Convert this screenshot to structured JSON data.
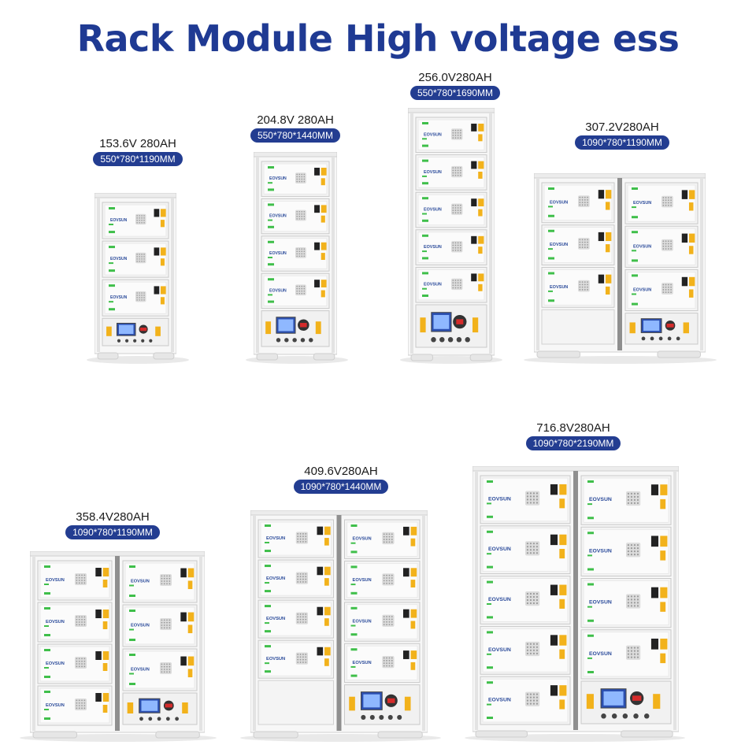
{
  "title": "Rack Module High voltage ess",
  "brand": "EOVSUN",
  "colors": {
    "title": "#1f3a93",
    "badge": "#233d91",
    "green": "#3fbf4a",
    "yellow": "#f2b21b",
    "red": "#d62b2b"
  },
  "racks": [
    {
      "voltage": "153.6V 280AH",
      "size": "550*780*1190MM"
    },
    {
      "voltage": "204.8V 280AH",
      "size": "550*780*1440MM"
    },
    {
      "voltage": "256.0V280AH",
      "size": "550*780*1690MM"
    },
    {
      "voltage": "307.2V280AH",
      "size": "1090*780*1190MM"
    },
    {
      "voltage": "358.4V280AH",
      "size": "1090*780*1190MM"
    },
    {
      "voltage": "409.6V280AH",
      "size": "1090*780*1440MM"
    },
    {
      "voltage": "716.8V280AH",
      "size": "1090*780*2190MM"
    }
  ]
}
